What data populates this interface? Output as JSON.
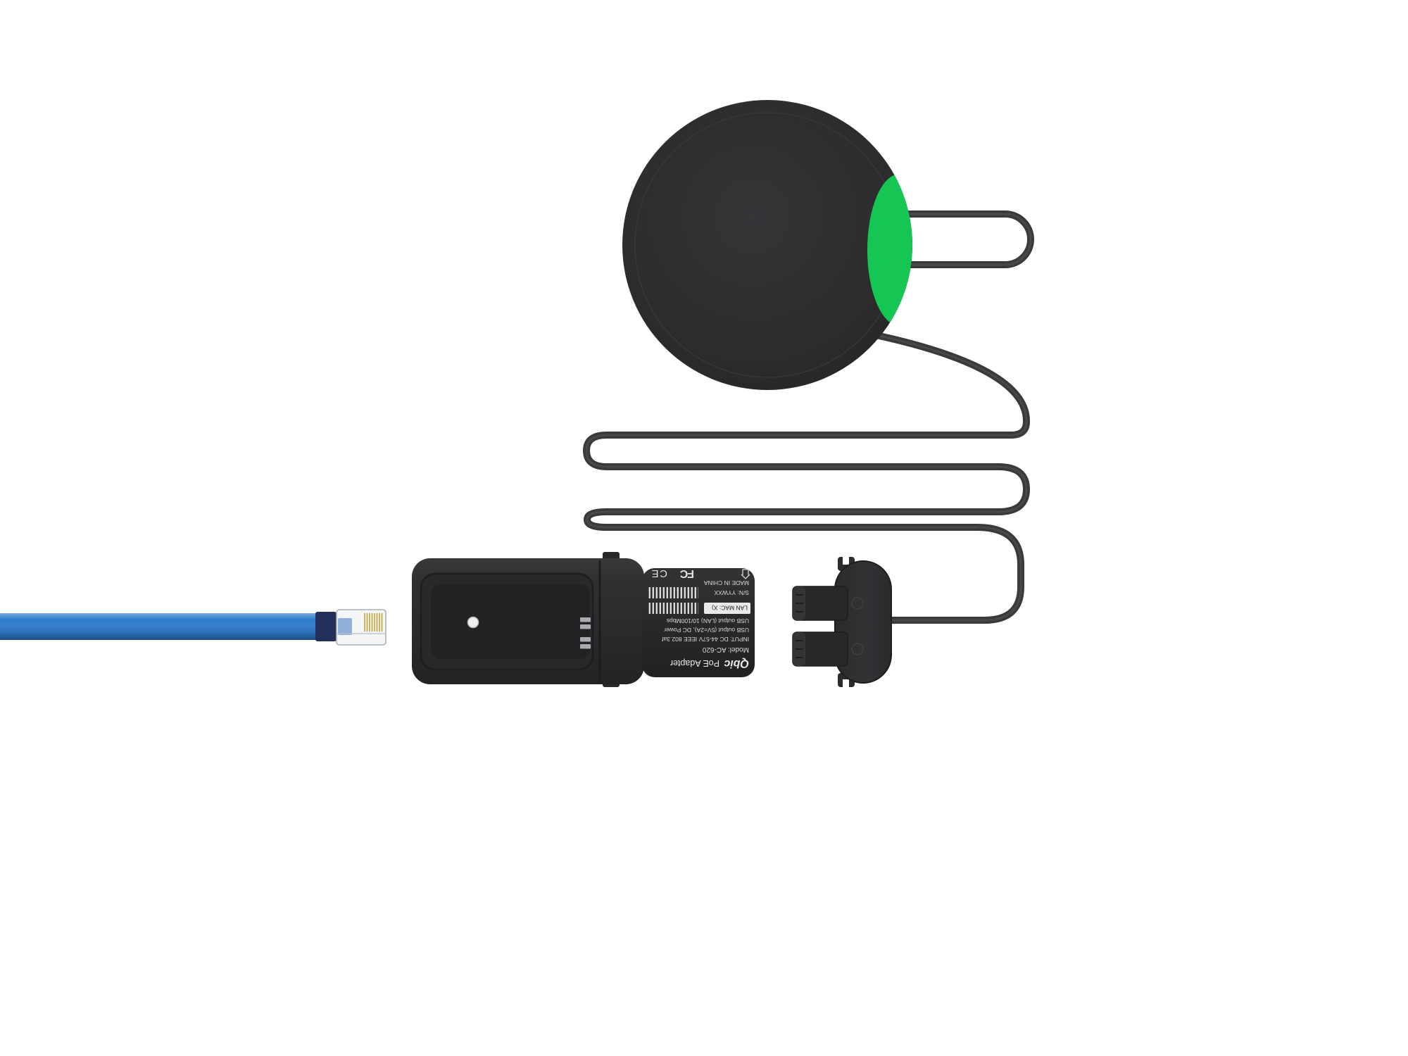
{
  "scene": {
    "description": "Product render: round PoE-powered device with green connector, coiled power cable, PoE adapter with specification label, dual USB plug with grommet, and blue Ethernet cable with clear RJ45 connector",
    "background": "#ffffff"
  },
  "colors": {
    "device_black": "#2e2e30",
    "cable_dark": "#3a3a3d",
    "accent_green": "#15c653",
    "ethernet_blue": "#2e7bcf",
    "ethernet_tip_navy": "#23315a",
    "label_text": "#d9d9db",
    "connector_clear": "#f2f4f6",
    "pins_gold": "#c7a437",
    "contact_silver": "#aaabae",
    "hole_white": "#f0f0f0"
  },
  "adapter_label": {
    "brand": "Qbic",
    "product": "PoE  Adapter",
    "model": "Model: AC-620",
    "input": "INPUT: DC 44-57V IEEE 802.3af",
    "usb_power": "USB output (5V=2A), DC Power",
    "usb_lan": "USB output (LAN)  10/100Mbps",
    "made_in": "MADE IN CHINA",
    "serial": "S/N: YYWXX",
    "mac": "LAN MAC: X)",
    "fcc": "FC",
    "ce": "CE"
  }
}
